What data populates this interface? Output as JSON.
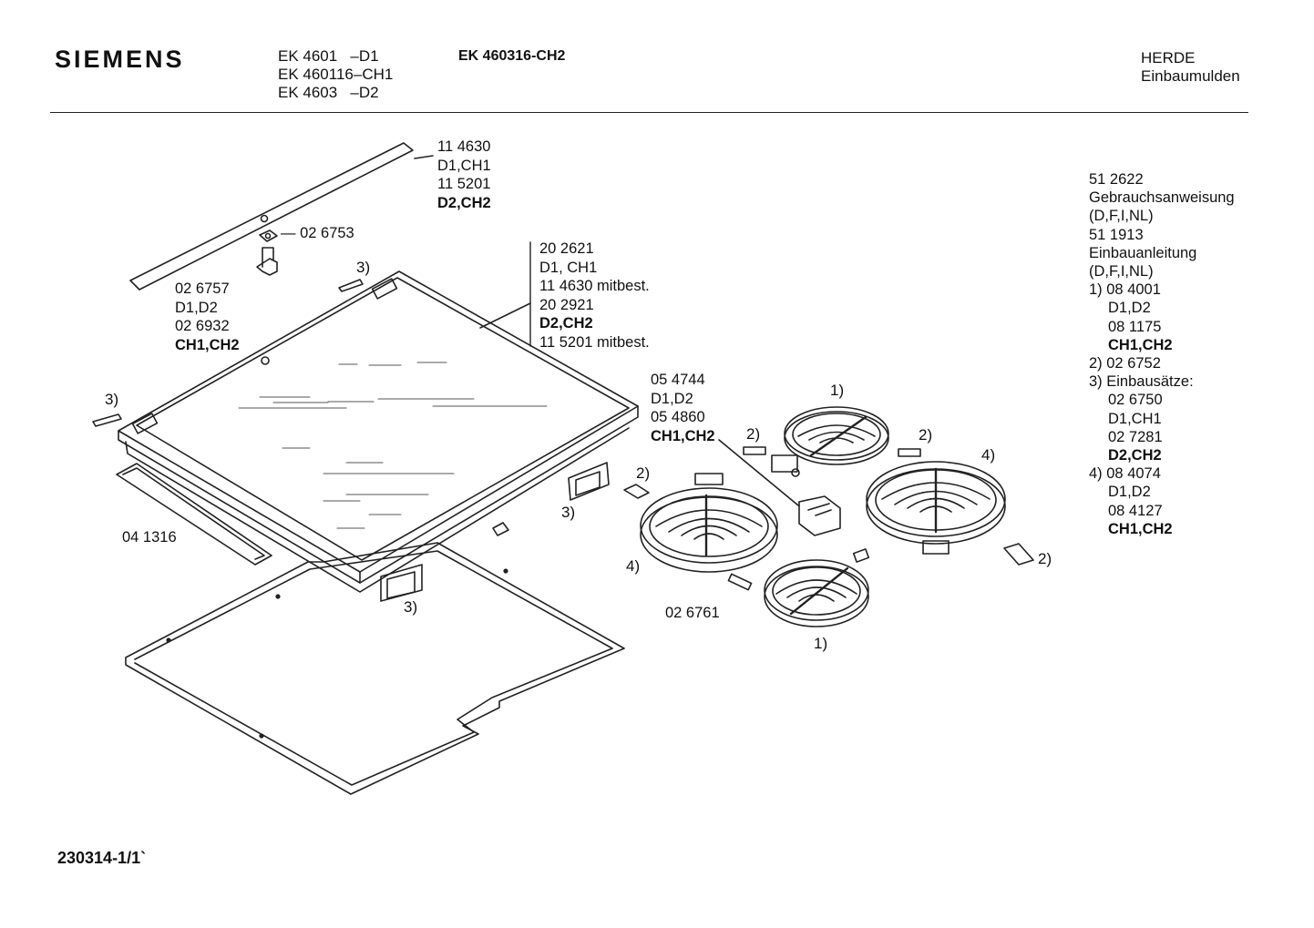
{
  "header": {
    "brand": "SIEMENS",
    "models": [
      "EK 4601   –D1",
      "EK 460116–CH1",
      "EK 4603   –D2"
    ],
    "model_main": "EK 460316-CH2",
    "category": [
      "HERDE",
      "Einbaumulden"
    ]
  },
  "callouts": {
    "strip": [
      "11 4630",
      "D1,CH1",
      "11 5201",
      "D2,CH2"
    ],
    "clip": "— 02 6753",
    "frame": [
      "20 2621",
      "D1, CH1",
      "11 4630 mitbest.",
      "20 2921",
      "D2,CH2",
      "11 5201 mitbest."
    ],
    "hinge": [
      "02 6757",
      "D1,D2",
      "02 6932",
      "CH1,CH2"
    ],
    "switch": [
      "05 4744",
      "D1,D2",
      "05 4860",
      "CH1,CH2"
    ],
    "gasket": "04 1316",
    "bracket": "02 6761",
    "ref1": "1)",
    "ref2": "2)",
    "ref3": "3)",
    "ref4": "4)"
  },
  "sidebar": [
    {
      "text": "51 2622",
      "indent": false,
      "bold": false
    },
    {
      "text": "Gebrauchsanweisung",
      "indent": false,
      "bold": false
    },
    {
      "text": "(D,F,I,NL)",
      "indent": false,
      "bold": false
    },
    {
      "text": "51 1913",
      "indent": false,
      "bold": false
    },
    {
      "text": "Einbauanleitung",
      "indent": false,
      "bold": false
    },
    {
      "text": "(D,F,I,NL)",
      "indent": false,
      "bold": false
    },
    {
      "text": "1) 08 4001",
      "indent": false,
      "bold": false
    },
    {
      "text": "D1,D2",
      "indent": true,
      "bold": false
    },
    {
      "text": "08 1175",
      "indent": true,
      "bold": false
    },
    {
      "text": "CH1,CH2",
      "indent": true,
      "bold": true
    },
    {
      "text": "2) 02 6752",
      "indent": false,
      "bold": false
    },
    {
      "text": "3) Einbausätze:",
      "indent": false,
      "bold": false
    },
    {
      "text": "02 6750",
      "indent": true,
      "bold": false
    },
    {
      "text": "D1,CH1",
      "indent": true,
      "bold": false
    },
    {
      "text": "02 7281",
      "indent": true,
      "bold": false
    },
    {
      "text": "D2,CH2",
      "indent": true,
      "bold": true
    },
    {
      "text": "4) 08 4074",
      "indent": false,
      "bold": false
    },
    {
      "text": "D1,D2",
      "indent": true,
      "bold": false
    },
    {
      "text": "08 4127",
      "indent": true,
      "bold": false
    },
    {
      "text": "CH1,CH2",
      "indent": true,
      "bold": true
    }
  ],
  "footer": "230314-1/1`"
}
